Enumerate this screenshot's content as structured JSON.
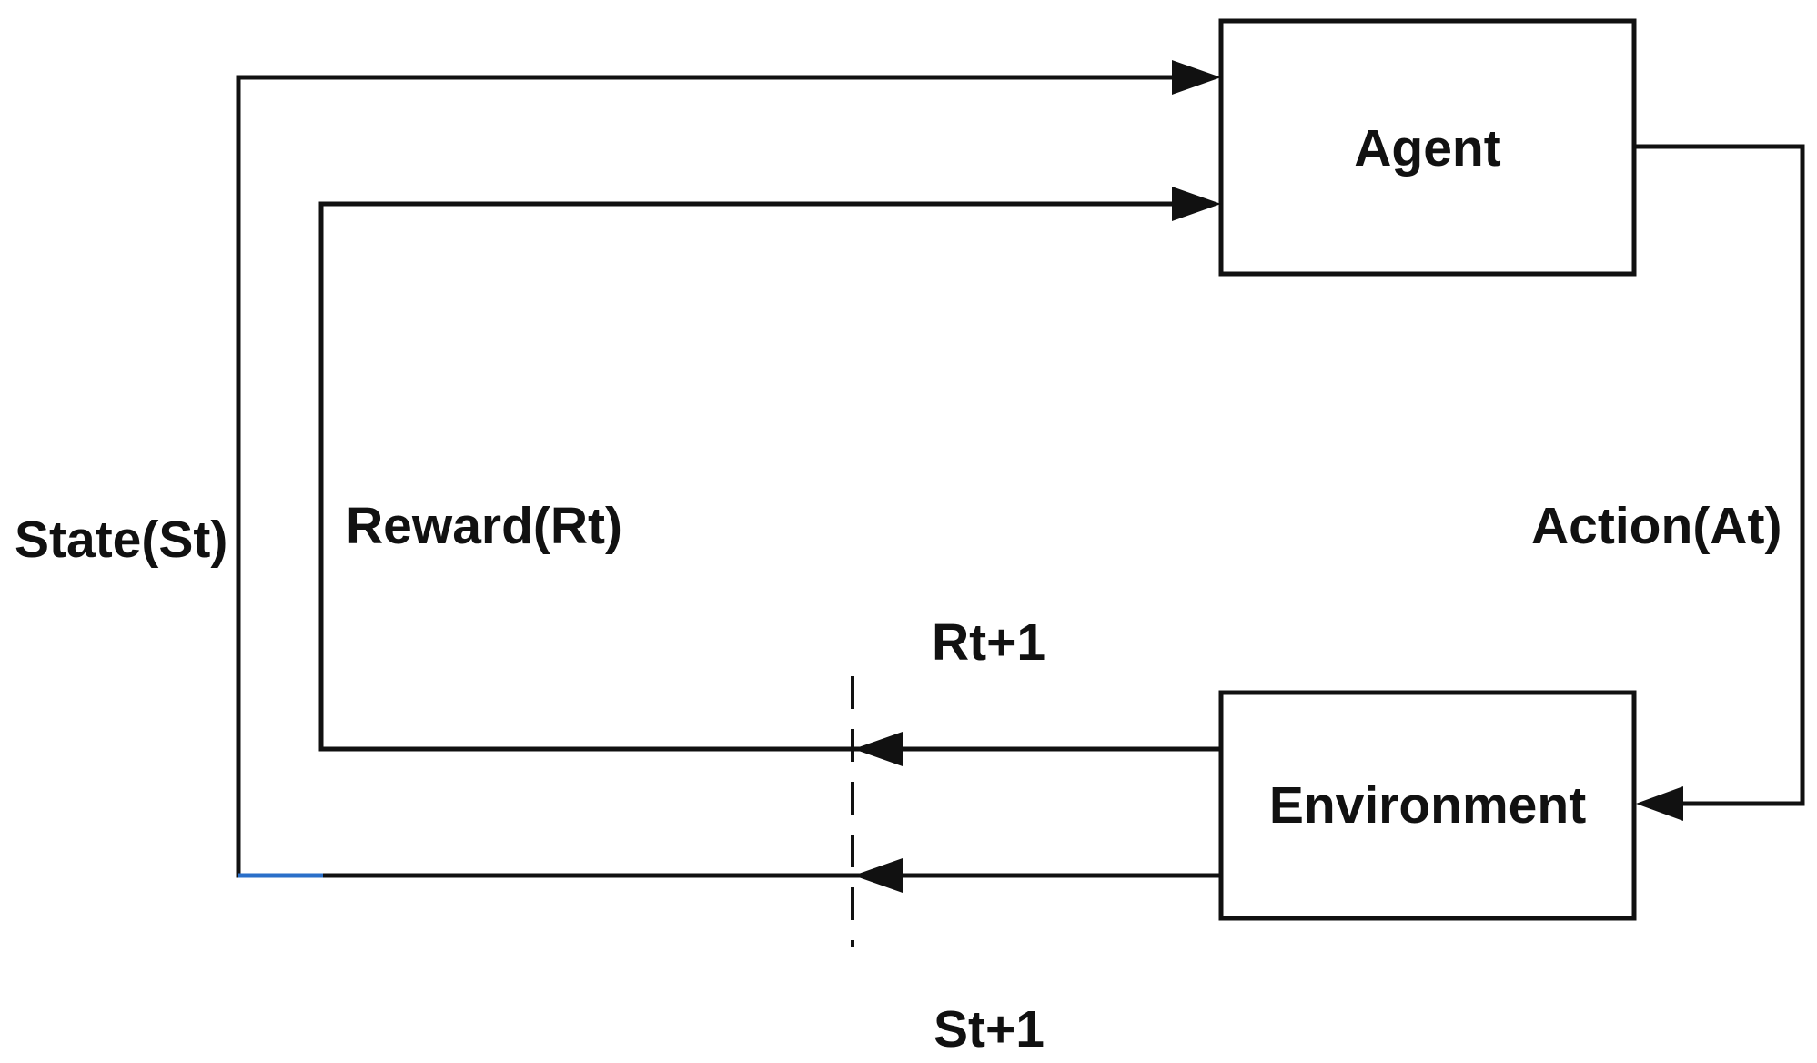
{
  "nodes": {
    "agent": {
      "label": "Agent"
    },
    "environment": {
      "label": "Environment"
    }
  },
  "labels": {
    "state": "State(St)",
    "reward": "Reward(Rt)",
    "action": "Action(At)",
    "next_reward": "Rt+1",
    "next_state": "St+1"
  },
  "colors": {
    "stroke": "#111111",
    "highlight_segment": "#2a6fc9"
  }
}
